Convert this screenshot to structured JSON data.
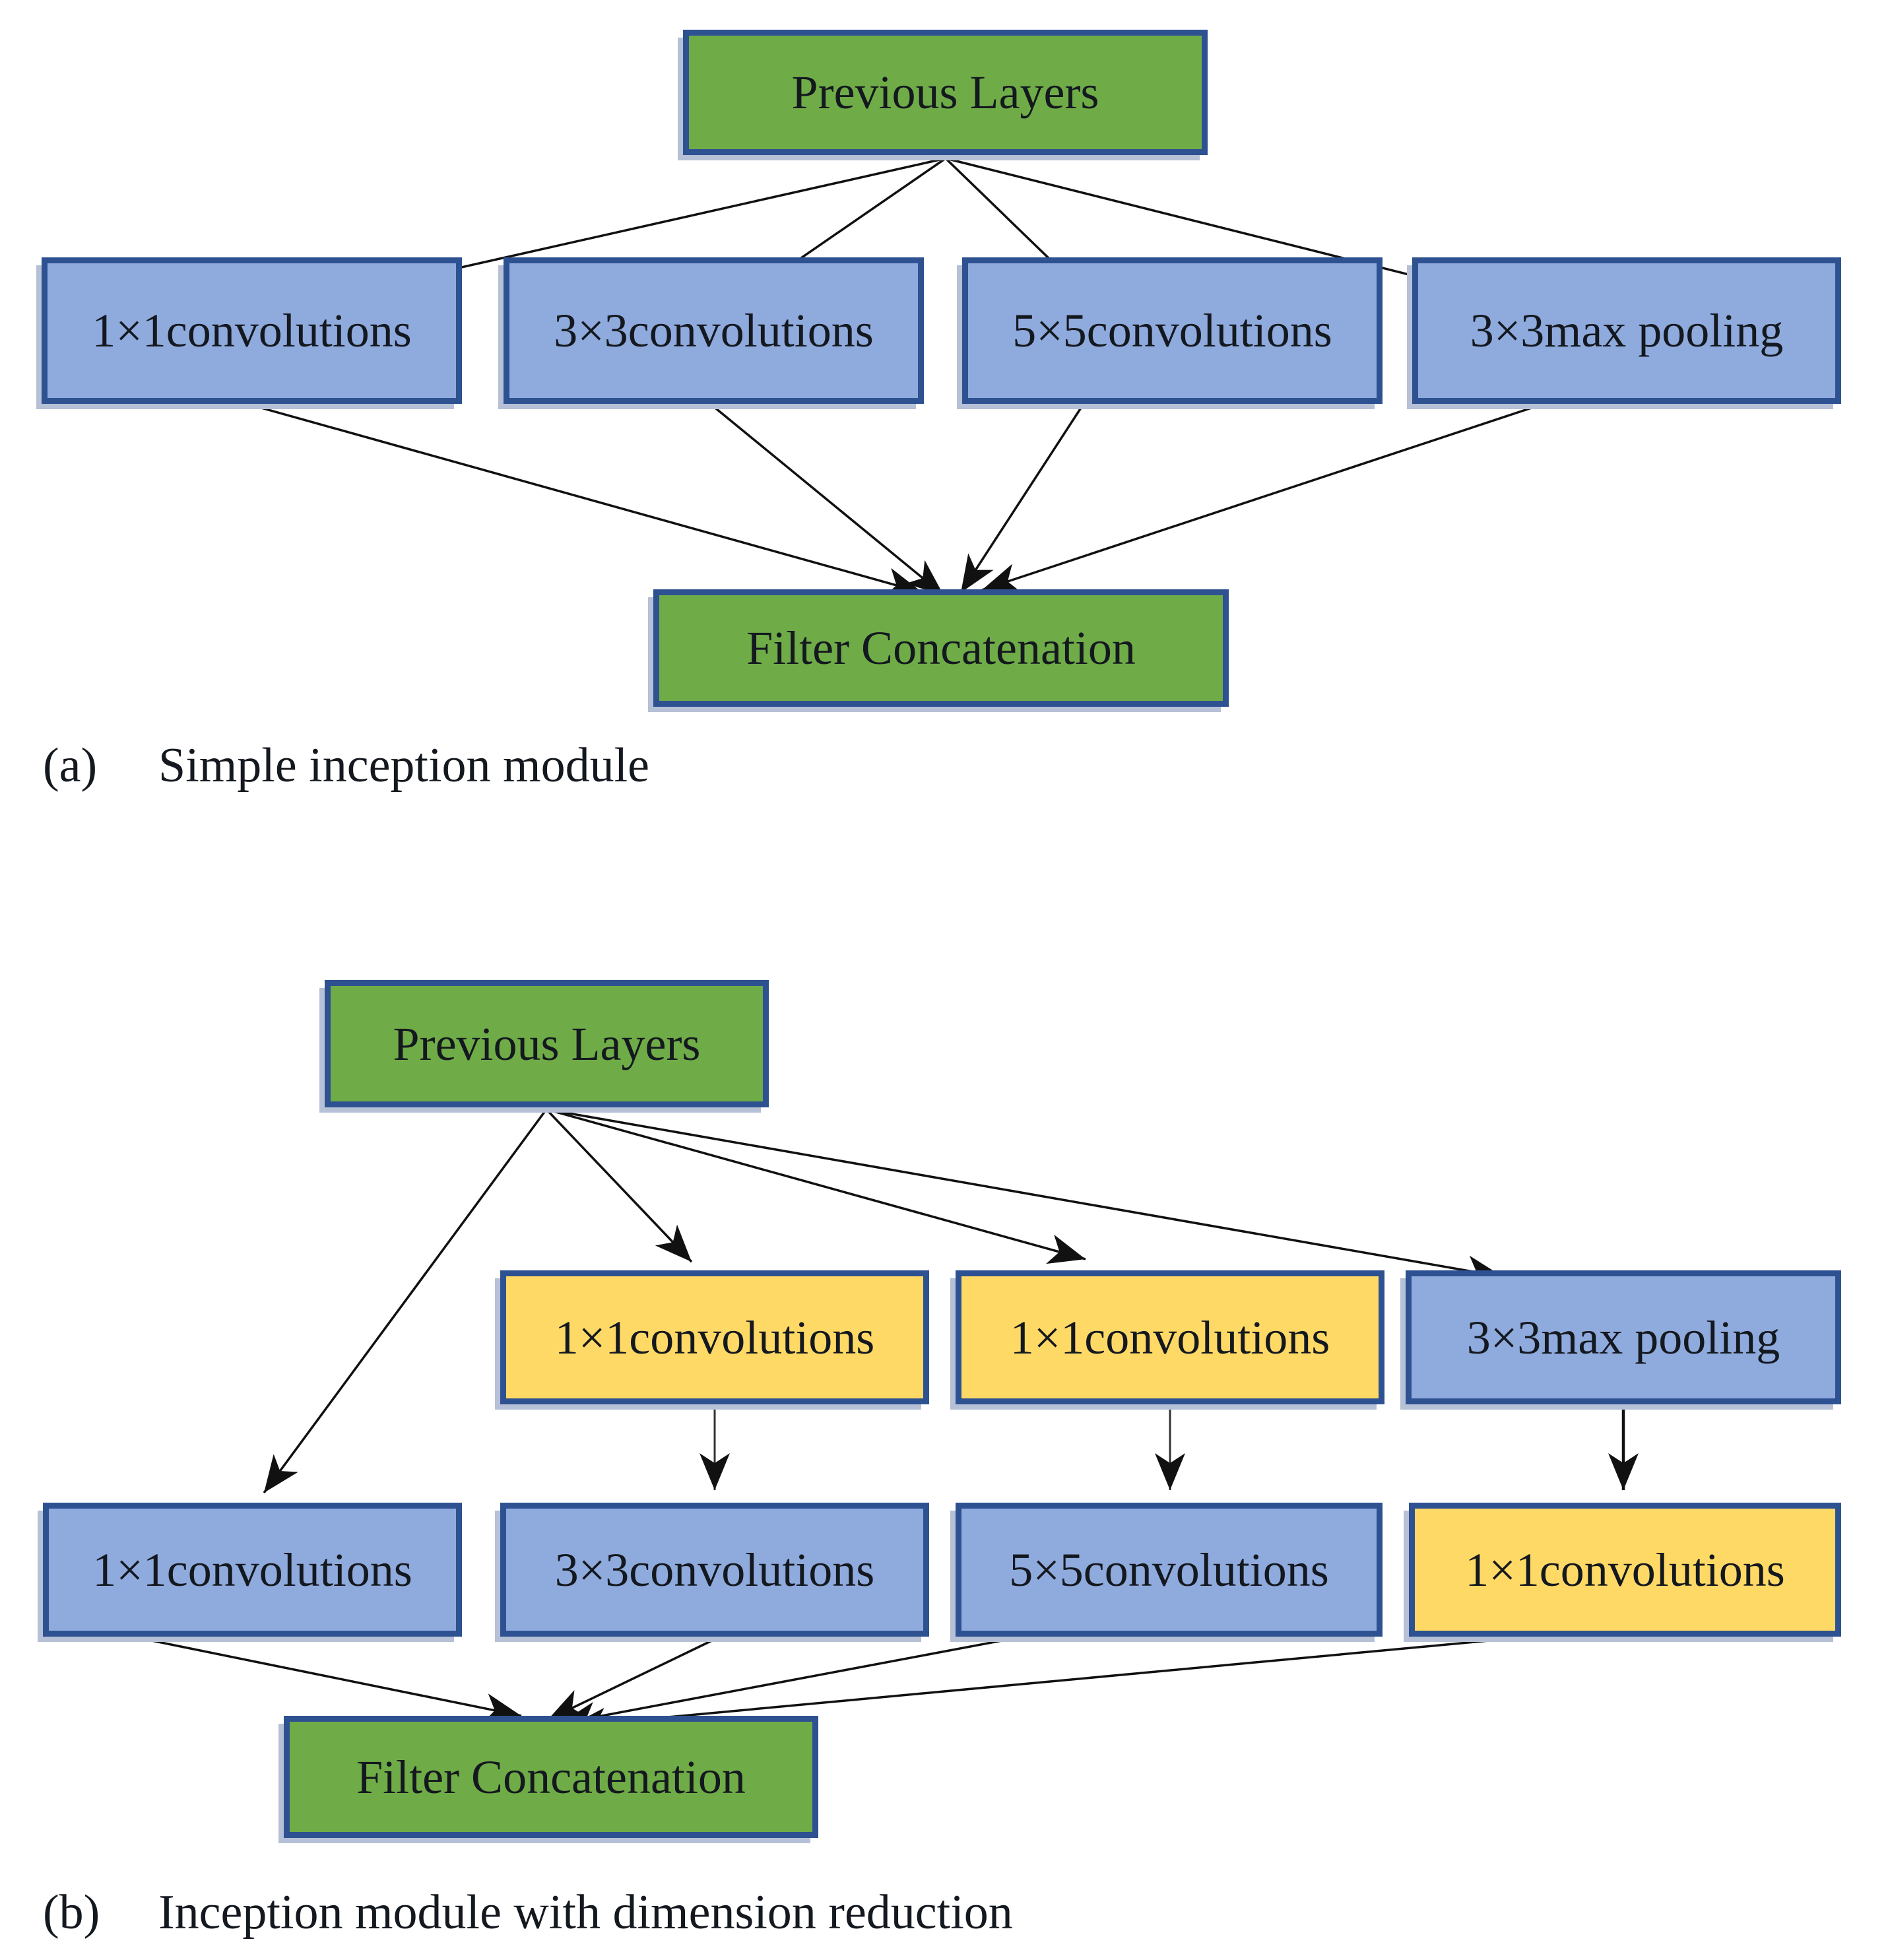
{
  "colors": {
    "green": "#6FAC47",
    "blue": "#8FAADC",
    "yellow": "#FFD966",
    "border": "#2E5291",
    "halo": "#b6c0d6",
    "arrow": "#111111"
  },
  "diagram_a": {
    "caption": {
      "index": "(a)",
      "text": "Simple inception module"
    },
    "nodes": {
      "previous": "Previous Layers",
      "conv1x1": "1×1convolutions",
      "conv3x3": "3×3convolutions",
      "conv5x5": "5×5convolutions",
      "maxpool": "3×3max pooling",
      "concat": "Filter Concatenation"
    }
  },
  "diagram_b": {
    "caption": {
      "index": "(b)",
      "text": "Inception module with dimension reduction"
    },
    "nodes": {
      "previous": "Previous Layers",
      "reduce_1x1_left": "1×1convolutions",
      "reduce_1x1_right": "1×1convolutions",
      "maxpool": "3×3max pooling",
      "conv1x1": "1×1convolutions",
      "conv3x3": "3×3convolutions",
      "conv5x5": "5×5convolutions",
      "proj_1x1": "1×1convolutions",
      "concat": "Filter Concatenation"
    }
  }
}
